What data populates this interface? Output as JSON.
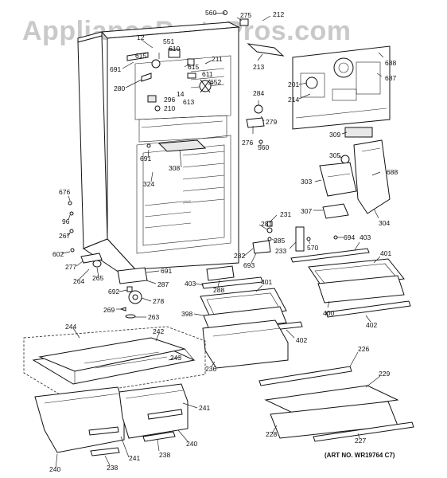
{
  "watermark": "AppliancePartsPros.com",
  "art_number": "(ART NO. WR19764 C7)",
  "callouts": {
    "c560a": "560",
    "c275": "275",
    "c212": "212",
    "c12": "12",
    "c551": "551",
    "c610": "610",
    "c615a": "615",
    "c615b": "615",
    "c211": "211",
    "c611": "611",
    "c652": "652",
    "c14": "14",
    "c613": "613",
    "c691a": "691",
    "c280": "280",
    "c296": "296",
    "c210": "210",
    "c213": "213",
    "c688a": "688",
    "c201": "201",
    "c687": "687",
    "c214": "214",
    "c284": "284",
    "c279": "279",
    "c276": "276",
    "c560b": "560",
    "c309": "309",
    "c305": "305",
    "c688b": "688",
    "c303": "303",
    "c307": "307",
    "c304": "304",
    "c691b": "691",
    "c308": "308",
    "c324": "324",
    "c676": "676",
    "c96": "96",
    "c267": "267",
    "c231": "231",
    "c281": "281",
    "c285": "285",
    "c694": "694",
    "c403a": "403",
    "c282": "282",
    "c233": "233",
    "c570": "570",
    "c693": "693",
    "c602": "602",
    "c277": "277",
    "c264": "264",
    "c265": "265",
    "c691c": "691",
    "c287": "287",
    "c288": "288",
    "c401a": "401",
    "c692": "692",
    "c278": "278",
    "c269": "269",
    "c263": "263",
    "c403b": "403",
    "c401b": "401",
    "c398": "398",
    "c400": "400",
    "c402a": "402",
    "c402b": "402",
    "c236": "236",
    "c244": "244",
    "c242": "242",
    "c243": "243",
    "c226": "226",
    "c229": "229",
    "c228": "228",
    "c227": "227",
    "c241a": "241",
    "c240a": "240",
    "c241b": "241",
    "c240b": "240",
    "c238a": "238",
    "c238b": "238"
  }
}
